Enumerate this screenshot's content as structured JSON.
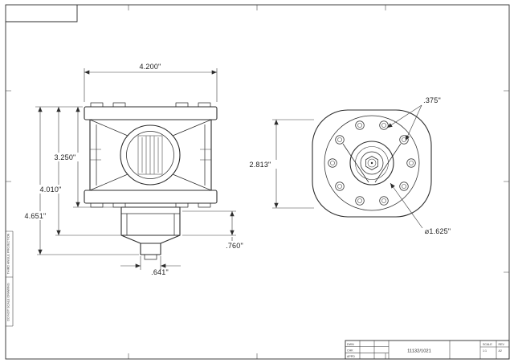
{
  "sheet": {
    "border": {
      "note_left_upper": "THIRD ANGLE PROJECTION",
      "note_left_lower": "DO NOT SCALE DRAWING"
    },
    "title_block": {
      "row1_label": "DWN",
      "row2_label": "CHK",
      "row3_label": "APPD",
      "part_no": "11132/1021",
      "scale_label": "SCALE",
      "scale_value": "1:1",
      "rev_label": "REV",
      "rev_value": "A2"
    }
  },
  "side_view": {
    "dim_width": "4.200\"",
    "dim_3250": "3.250\"",
    "dim_4010": "4.010\"",
    "dim_4651": "4.651\"",
    "dim_641": ".641\"",
    "dim_760": ".760\""
  },
  "front_view": {
    "dim_2813": "2.813\"",
    "dim_375": ".375\"",
    "dim_dia": "⌀1.625\""
  }
}
